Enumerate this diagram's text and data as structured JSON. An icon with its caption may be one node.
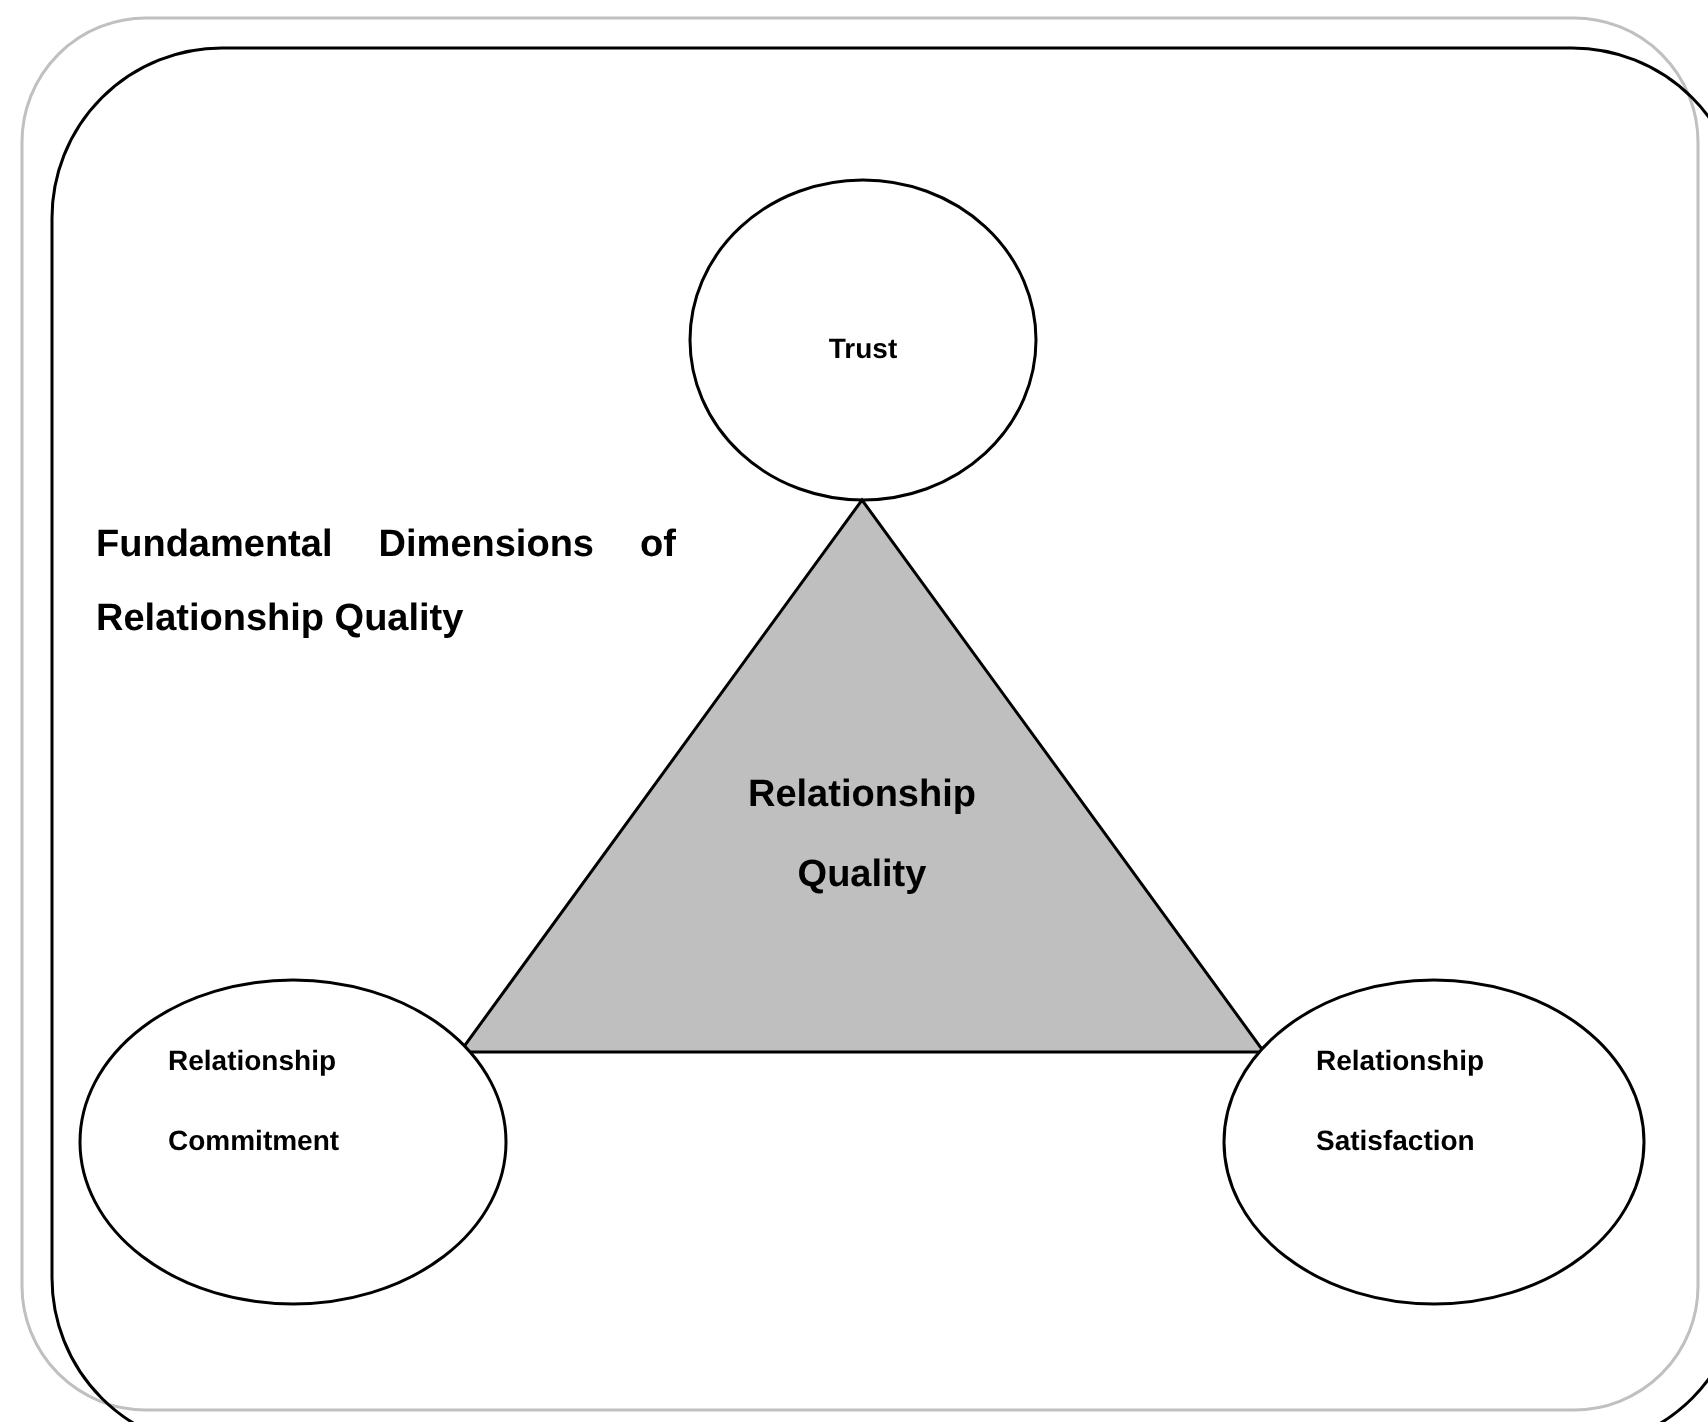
{
  "diagram": {
    "title": "Fundamental Dimensions of Relationship Quality",
    "nodes": [
      {
        "text": [
          "Trust"
        ]
      },
      {
        "text": [
          "Relationship Quality"
        ]
      },
      {
        "text": [
          "Relationship Commitment"
        ]
      },
      {
        "text": [
          "Relationship Satisfaction"
        ]
      }
    ],
    "edges": []
  }
}
